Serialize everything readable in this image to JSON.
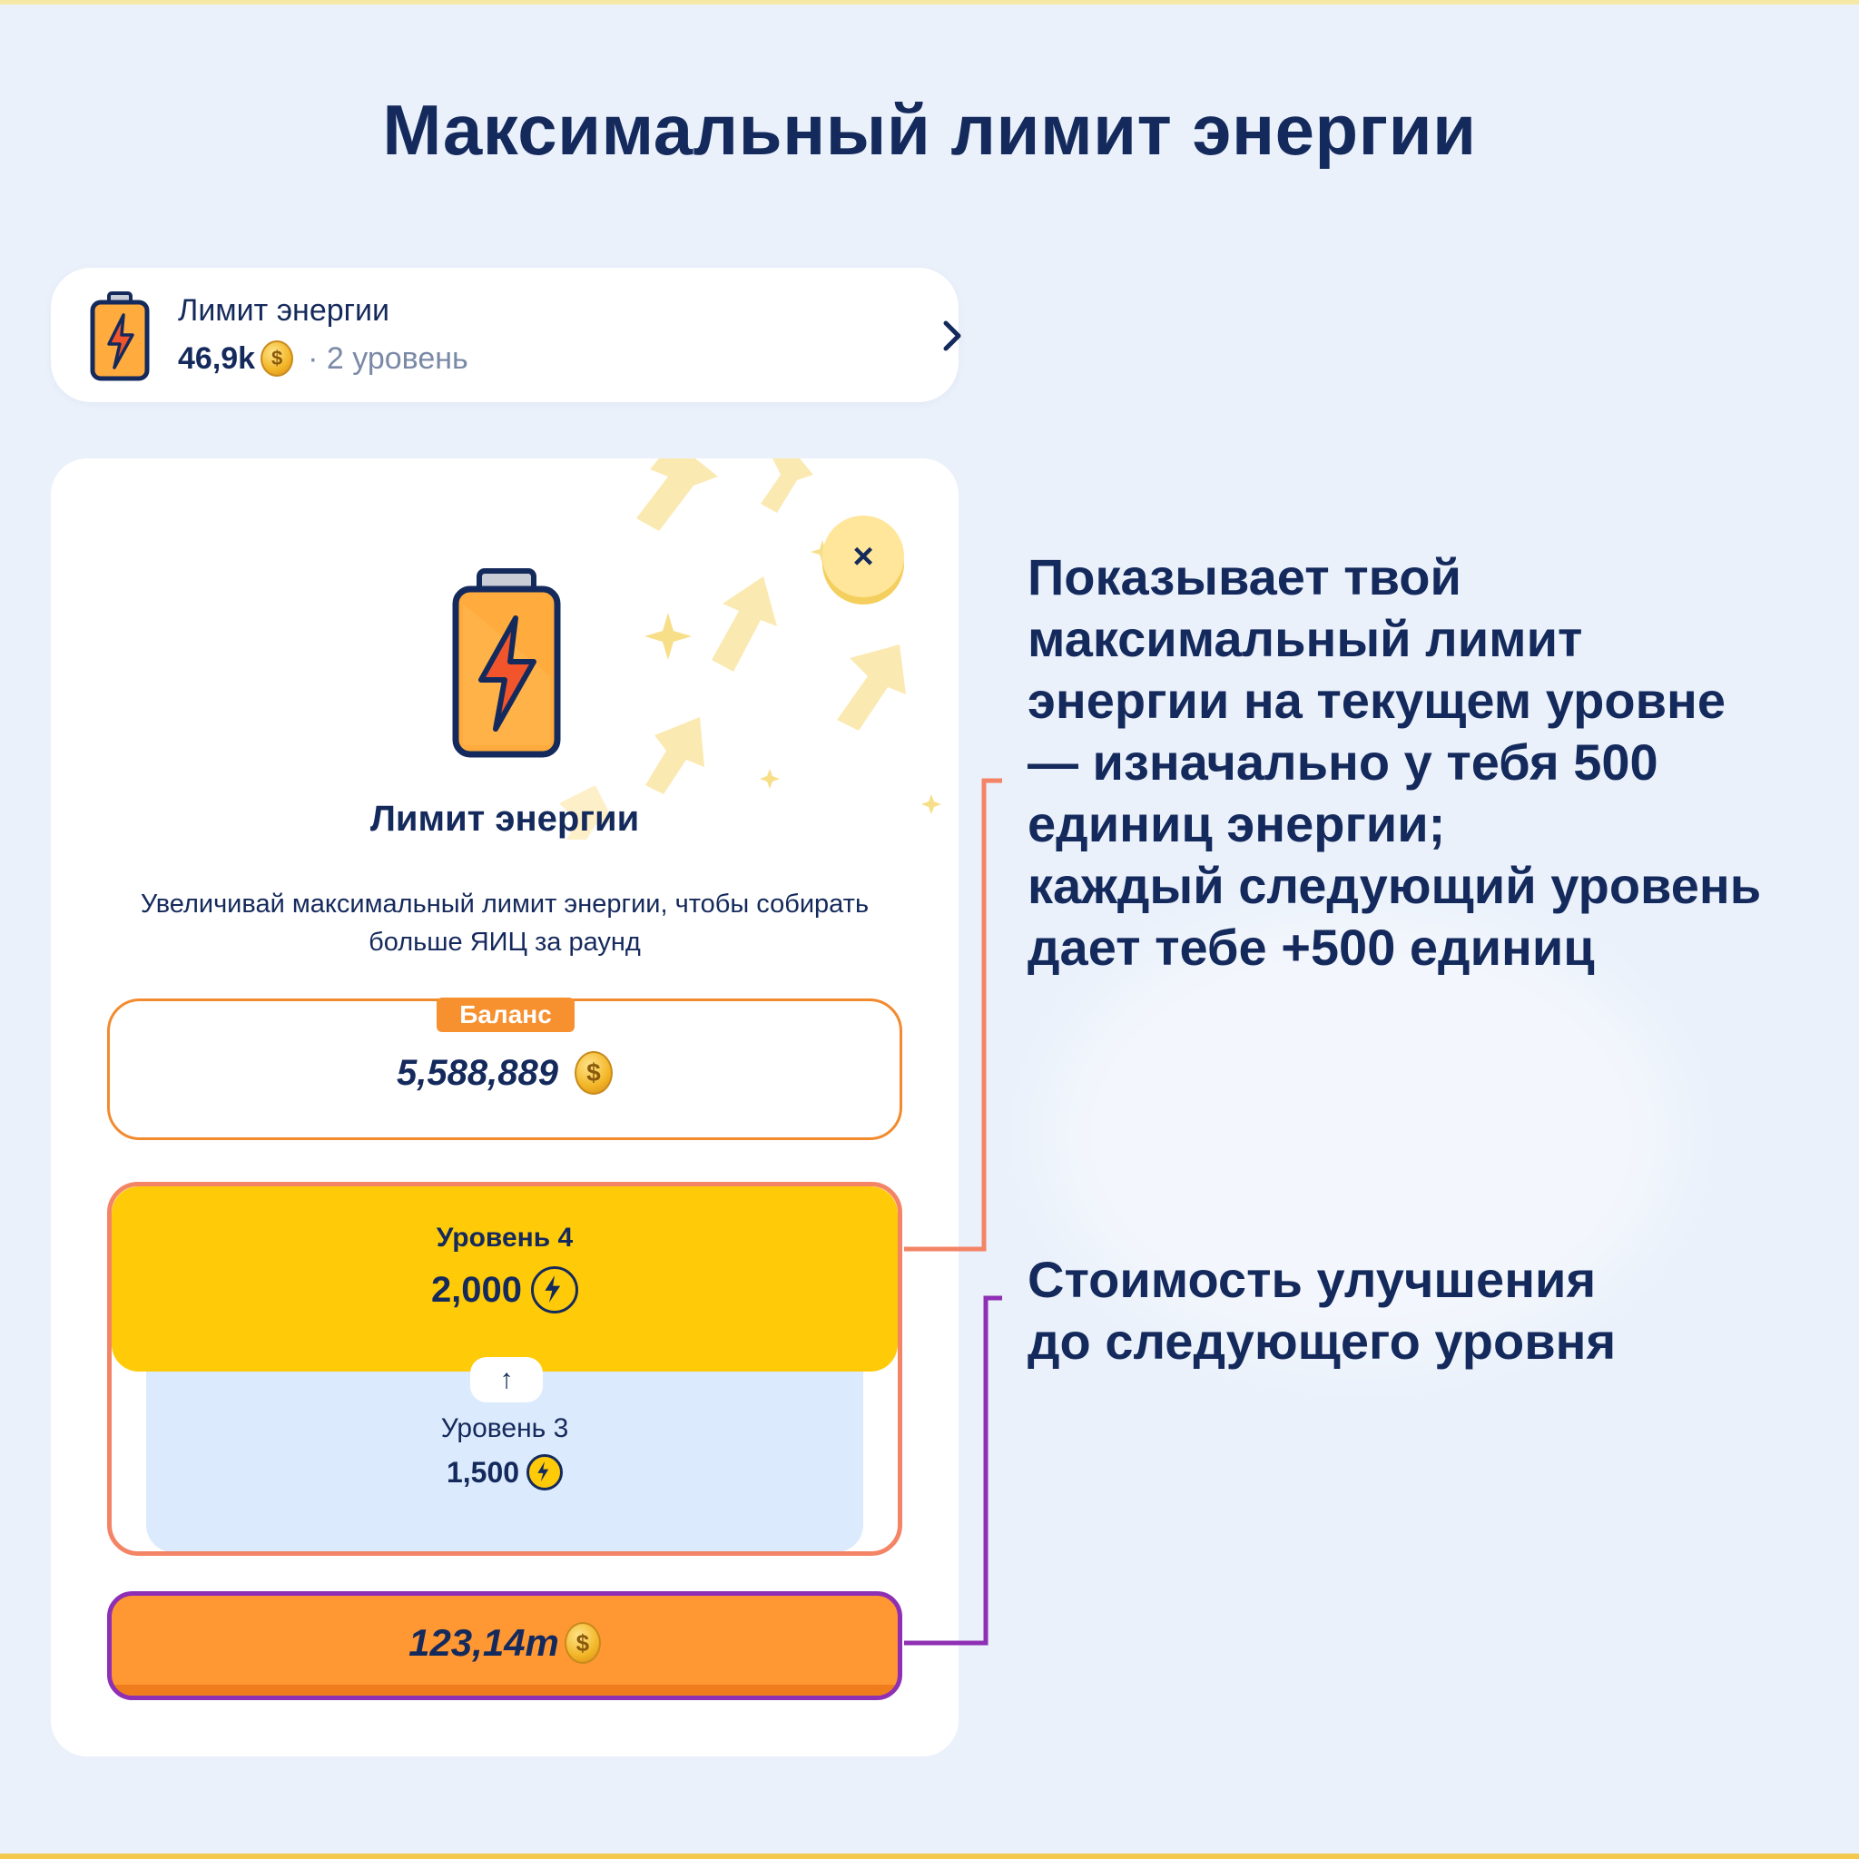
{
  "page": {
    "title": "Максимальный лимит энергии"
  },
  "item_card": {
    "title": "Лимит энергии",
    "price": "46,9k",
    "level": "· 2 уровень",
    "coin_symbol": "$",
    "icon": "battery-icon"
  },
  "modal": {
    "close_label": "×",
    "title": "Лимит энергии",
    "description": "Увеличивай максимальный лимит энергии, чтобы собирать больше ЯИЦ за раунд",
    "balance": {
      "badge": "Баланс",
      "value": "5,588,889"
    },
    "levels": {
      "next": {
        "label": "Уровень 4",
        "value": "2,000"
      },
      "up_arrow": "↑",
      "current": {
        "label": "Уровень 3",
        "value": "1,500"
      }
    },
    "buy_button": {
      "value": "123,14m"
    }
  },
  "callouts": {
    "energy_info": [
      "Показывает твой",
      "максимальный лимит",
      "энергии на текущем уровне",
      "— изначально у тебя 500",
      "единиц энергии;",
      "каждый следующий уровень",
      "дает тебе +500 единиц"
    ],
    "upgrade_cost": [
      "Стоимость улучшения",
      "до следующего уровня"
    ]
  },
  "colors": {
    "navy": "#152a5c",
    "yellow": "#ffca08",
    "orange": "#ff9733",
    "connector_orange": "#f48466",
    "connector_purple": "#8e2fb4",
    "light_blue": "#dbeafc"
  }
}
